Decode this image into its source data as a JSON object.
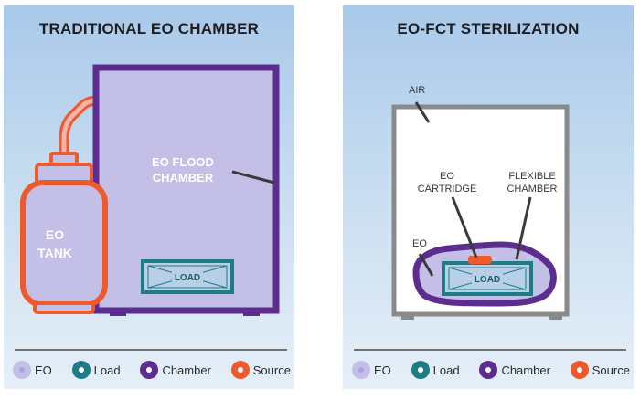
{
  "colors": {
    "eo": "#c3bfe6",
    "eo_dot": "#a8a3d8",
    "load": "#1d7d86",
    "chamber": "#5c2d8e",
    "source": "#ef5a2b",
    "air_chamber": "#8a8a8a"
  },
  "left_panel": {
    "title": "TRADITIONAL EO CHAMBER",
    "chamber_label_line1": "EO FLOOD",
    "chamber_label_line2": "CHAMBER",
    "tank_label_line1": "EO",
    "tank_label_line2": "TANK",
    "load_label": "LOAD"
  },
  "right_panel": {
    "title": "EO-FCT STERILIZATION",
    "air_label": "AIR",
    "cartridge_label_line1": "EO",
    "cartridge_label_line2": "CARTRIDGE",
    "flexible_label_line1": "FLEXIBLE",
    "flexible_label_line2": "CHAMBER",
    "eo_label": "EO",
    "load_label": "LOAD"
  },
  "legend": {
    "eo": "EO",
    "load": "Load",
    "chamber": "Chamber",
    "source": "Source"
  }
}
